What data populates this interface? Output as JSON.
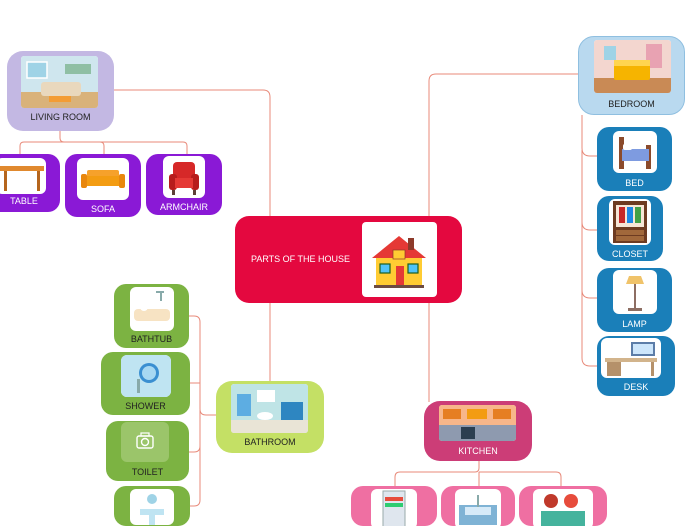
{
  "center": {
    "label": "PARTS OF THE HOUSE"
  },
  "living_room": {
    "label": "LIVING ROOM",
    "children": [
      "TABLE",
      "SOFA",
      "ARMCHAIR"
    ]
  },
  "bedroom": {
    "label": "BEDROOM",
    "children": [
      "BED",
      "CLOSET",
      "LAMP",
      "DESK"
    ]
  },
  "bathroom": {
    "label": "BATHROOM",
    "children": [
      "BATHTUB",
      "SHOWER",
      "TOILET"
    ]
  },
  "kitchen": {
    "label": "KITCHEN"
  },
  "colors": {
    "center": "#e4083f",
    "living_room": "#c3b8e3",
    "living_children": "#8a19d6",
    "bedroom": "#b9d9ef",
    "bedroom_children": "#1a7fb9",
    "bathroom": "#c4e065",
    "bathroom_children": "#7cb342",
    "kitchen": "#cc3d77",
    "kitchen_children": "#ef6fa2",
    "connector": "#e88a7a"
  }
}
